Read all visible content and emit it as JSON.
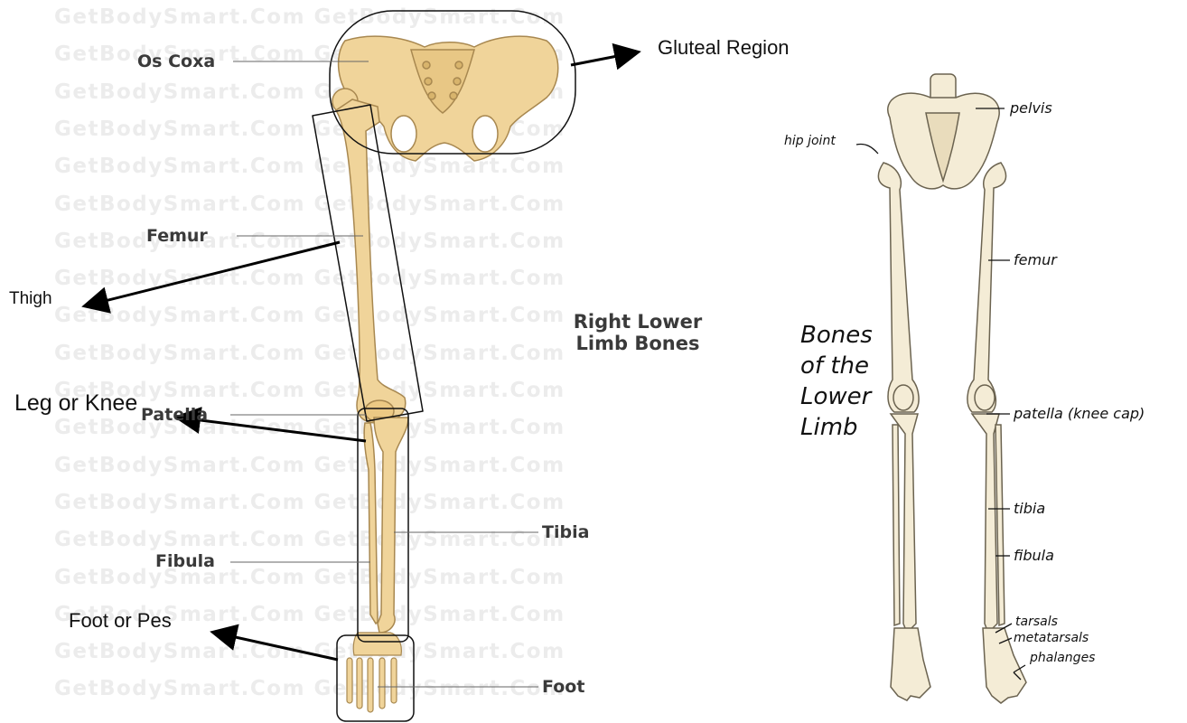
{
  "watermark": {
    "lines": [
      "GetBodySmart.Com GetBodySmart.Com",
      "GetBodySmart.Com GetBodySmart.Com",
      "GetBodySmart.Com GetBodySmart.Com",
      "GetBodySmart.Com GetBodySmart.Com",
      "GetBodySmart.Com GetBodySmart.Com",
      "GetBodySmart.Com GetBodySmart.Com",
      "GetBodySmart.Com GetBodySmart.Com",
      "GetBodySmart.Com GetBodySmart.Com",
      "GetBodySmart.Com GetBodySmart.Com",
      "GetBodySmart.Com GetBodySmart.Com",
      "GetBodySmart.Com GetBodySmart.Com",
      "GetBodySmart.Com GetBodySmart.Com",
      "GetBodySmart.Com GetBodySmart.Com",
      "GetBodySmart.Com GetBodySmart.Com",
      "GetBodySmart.Com GetBodySmart.Com",
      "GetBodySmart.Com GetBodySmart.Com",
      "GetBodySmart.Com GetBodySmart.Com",
      "GetBodySmart.Com GetBodySmart.Com",
      "GetBodySmart.Com GetBodySmart.Com"
    ]
  },
  "left_diagram": {
    "title_line1": "Right Lower",
    "title_line2": "Limb Bones",
    "labels": {
      "os_coxa": "Os Coxa",
      "femur": "Femur",
      "patella": "Patella",
      "tibia": "Tibia",
      "fibula": "Fibula",
      "foot": "Foot"
    },
    "callouts": {
      "gluteal": "Gluteal Region",
      "thigh": "Thigh",
      "leg": "Leg or Knee",
      "foot": "Foot or Pes"
    }
  },
  "right_diagram": {
    "title_line1": "Bones",
    "title_line2": "of the",
    "title_line3": "Lower",
    "title_line4": "Limb",
    "labels": {
      "pelvis": "pelvis",
      "hip_joint": "hip joint",
      "femur": "femur",
      "patella": "patella (knee cap)",
      "tibia": "tibia",
      "fibula": "fibula",
      "tarsals": "tarsals",
      "metatarsals": "metatarsals",
      "phalanges": "phalanges"
    }
  },
  "colors": {
    "bone": "#f0d49a",
    "bone_outline": "#a88850",
    "sketch_bone": "#f4ecd6",
    "sketch_outline": "#6b6350",
    "watermark": "#ececec"
  }
}
